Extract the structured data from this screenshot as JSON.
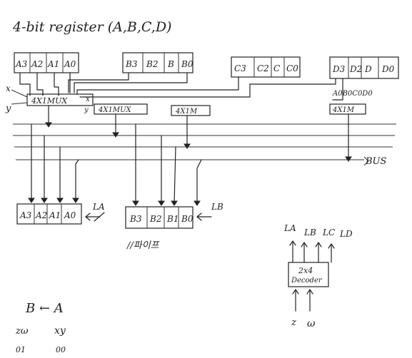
{
  "title": "4-bit register (A,B,C,D)",
  "registers": {
    "A_top": [
      "A3",
      "A2",
      "A1",
      "A0"
    ],
    "B_top": [
      "B3",
      "B2",
      "B",
      "B0"
    ],
    "C_top": [
      "C3",
      "C2",
      "C",
      "C0"
    ],
    "D_top": [
      "D3",
      "D2",
      "D",
      "D0"
    ],
    "D_outputs": "A0B0C0D0",
    "A_bottom": [
      "A3",
      "A2",
      "A1",
      "A0"
    ],
    "B_bottom": [
      "B3",
      "B2",
      "B1",
      "B0"
    ]
  },
  "mux": {
    "label_a": "4X1MUX",
    "label_b": "4X1MUX",
    "label_c": "4X1M",
    "label_d": "4X1M"
  },
  "select": {
    "x": "x",
    "y": "y",
    "x2": "x",
    "y2": "y"
  },
  "bus": "BUS",
  "loads": {
    "la": "LA",
    "lb": "LB"
  },
  "korean_note": "//파이프",
  "decoder": {
    "label1": "2x4",
    "label2": "Decoder",
    "outputs": [
      "LA",
      "LB",
      "LC",
      "LD"
    ],
    "inputs": [
      "z",
      "ω"
    ]
  },
  "transfer": {
    "expr": "B ← A",
    "col1_head": "zω",
    "col2_head": "xy",
    "col1_val": "01",
    "col2_val": "00"
  }
}
